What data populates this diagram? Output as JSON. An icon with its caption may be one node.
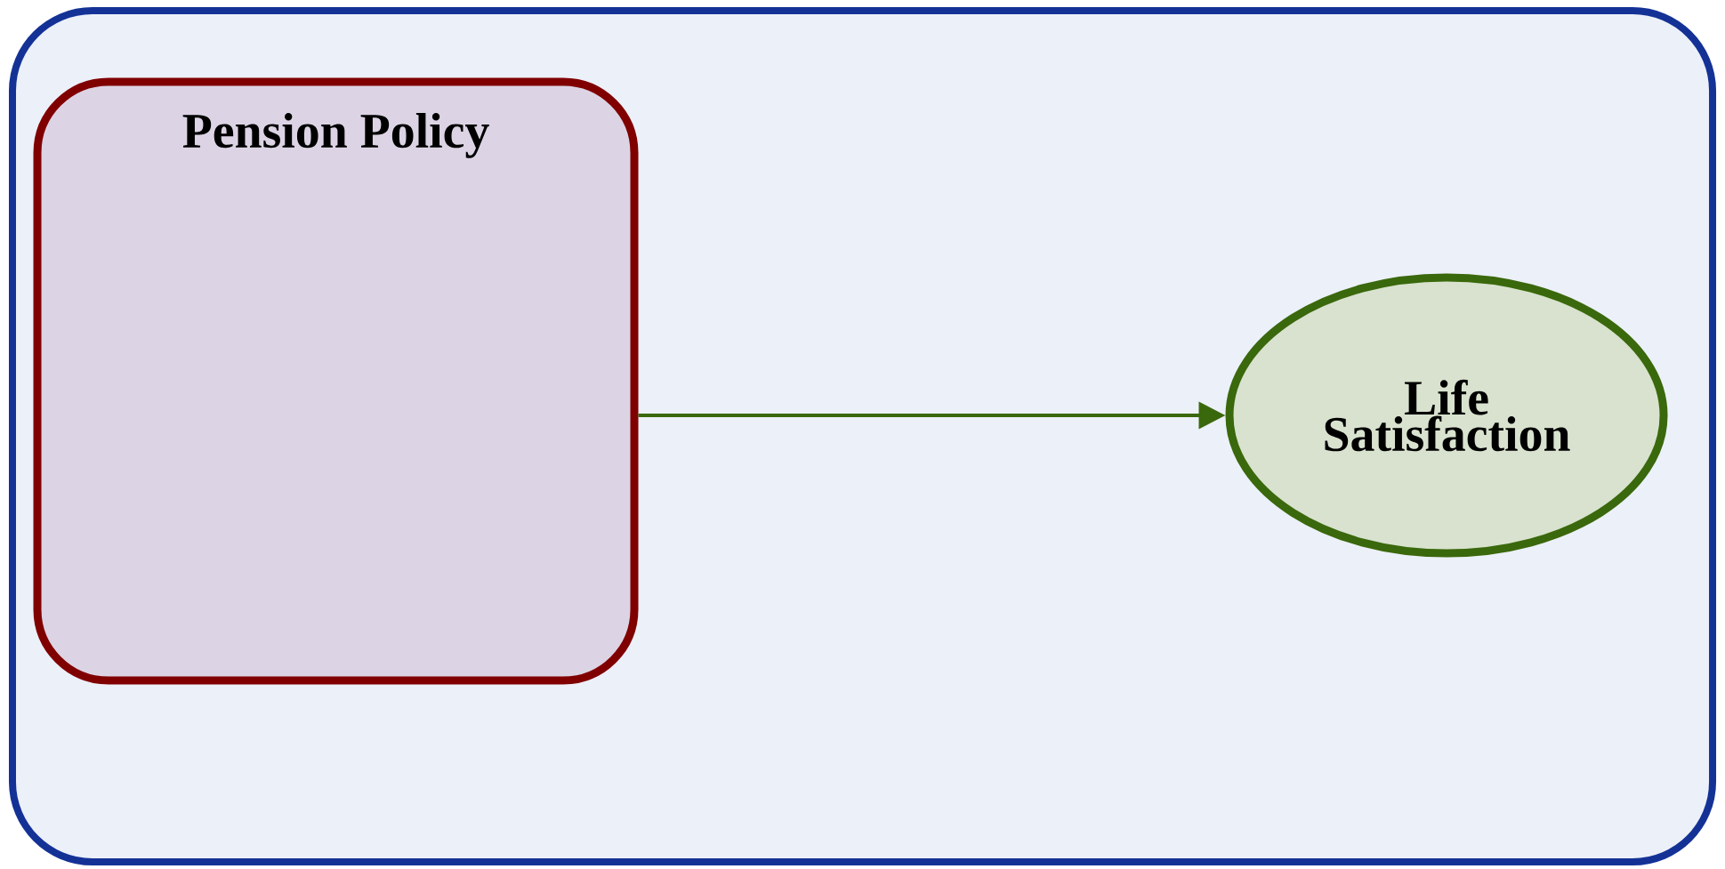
{
  "diagram": {
    "nodes": [
      {
        "text": [],
        "shape": "box"
      },
      {
        "text": [
          "Pension Policy"
        ],
        "in": 0
      },
      {
        "text": [
          "Life Satisfaction"
        ],
        "in": 0
      }
    ],
    "edges": [
      {
        "from": 1,
        "to": 2,
        "arrow": "to"
      }
    ]
  }
}
